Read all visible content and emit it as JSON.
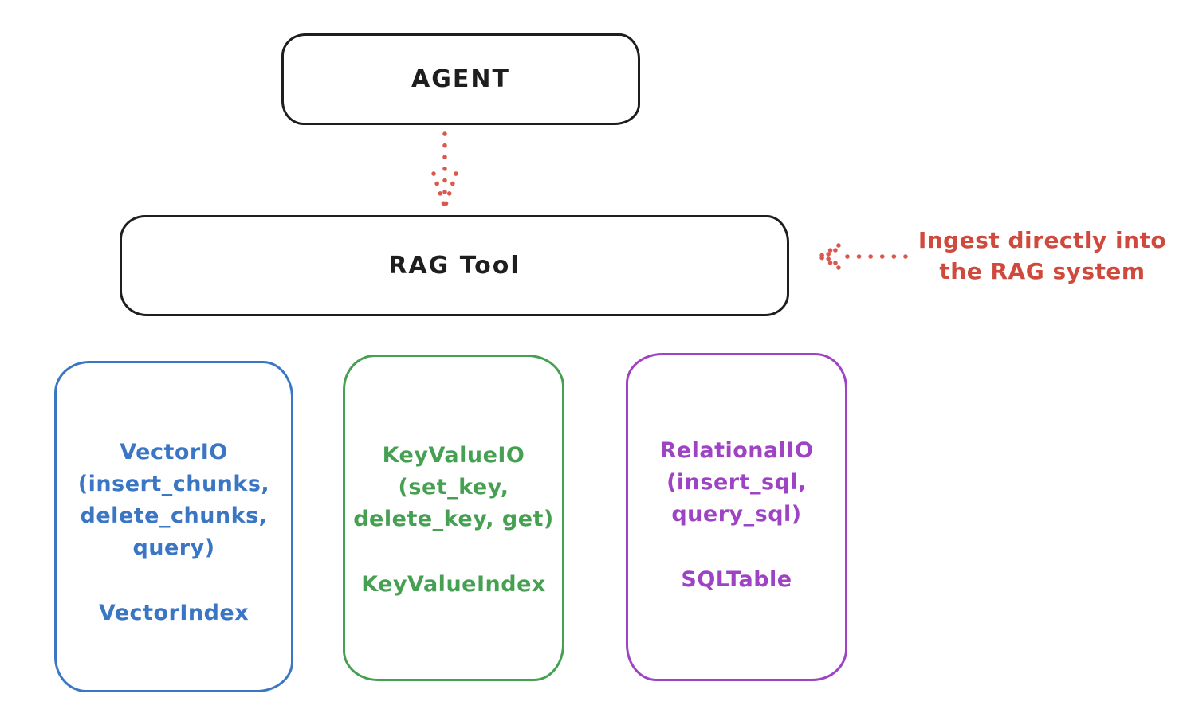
{
  "agent_box": {
    "label": "AGENT"
  },
  "rag_box": {
    "label": "RAG Tool"
  },
  "ingest_note": {
    "line1": "Ingest directly into",
    "line2": "the RAG system"
  },
  "stores": [
    {
      "name": "vector-io",
      "lines": [
        "VectorIO",
        "(insert_chunks,",
        "delete_chunks,",
        "query)"
      ],
      "footer": "VectorIndex"
    },
    {
      "name": "keyvalue-io",
      "lines": [
        "KeyValueIO",
        "(set_key,",
        "delete_key, get)"
      ],
      "footer": "KeyValueIndex"
    },
    {
      "name": "relational-io",
      "lines": [
        "RelationalIO",
        "(insert_sql,",
        "query_sql)"
      ],
      "footer": "SQLTable"
    }
  ],
  "colors": {
    "stroke_black": "#1e1e1e",
    "accent_red": "#d0493d",
    "store_blue": "#3a76c4",
    "store_green": "#46a052",
    "store_purple": "#9d43c4",
    "background": "#ffffff"
  }
}
